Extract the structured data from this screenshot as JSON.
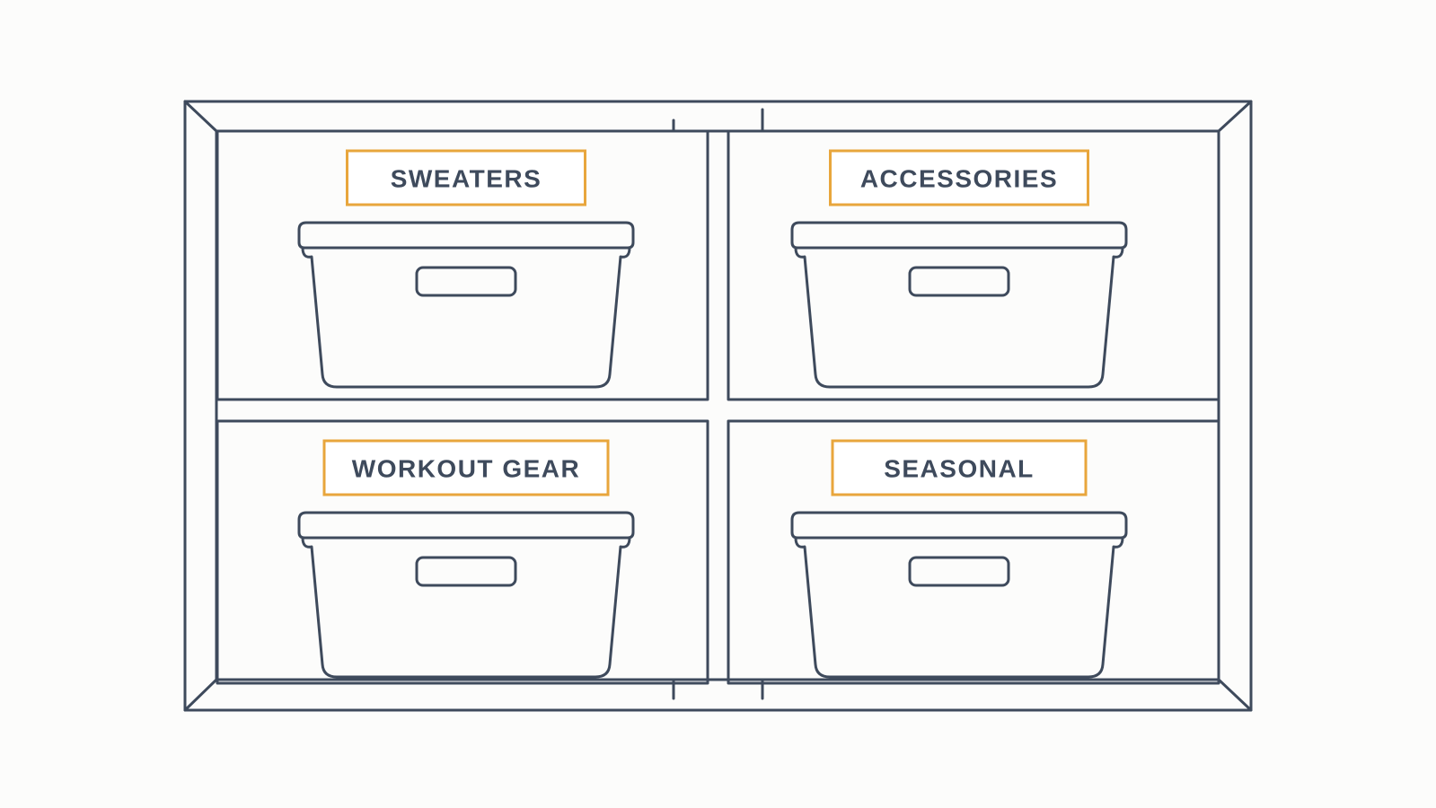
{
  "colors": {
    "background": "#fcfcfb",
    "outline": "#3e4a5c",
    "label_border": "#e8a63c"
  },
  "shelf": {
    "compartments": [
      {
        "label": "SWEATERS",
        "icon": "storage-bin-icon"
      },
      {
        "label": "ACCESSORIES",
        "icon": "storage-bin-icon"
      },
      {
        "label": "WORKOUT GEAR",
        "icon": "storage-bin-icon"
      },
      {
        "label": "SEASONAL",
        "icon": "storage-bin-icon"
      }
    ]
  }
}
